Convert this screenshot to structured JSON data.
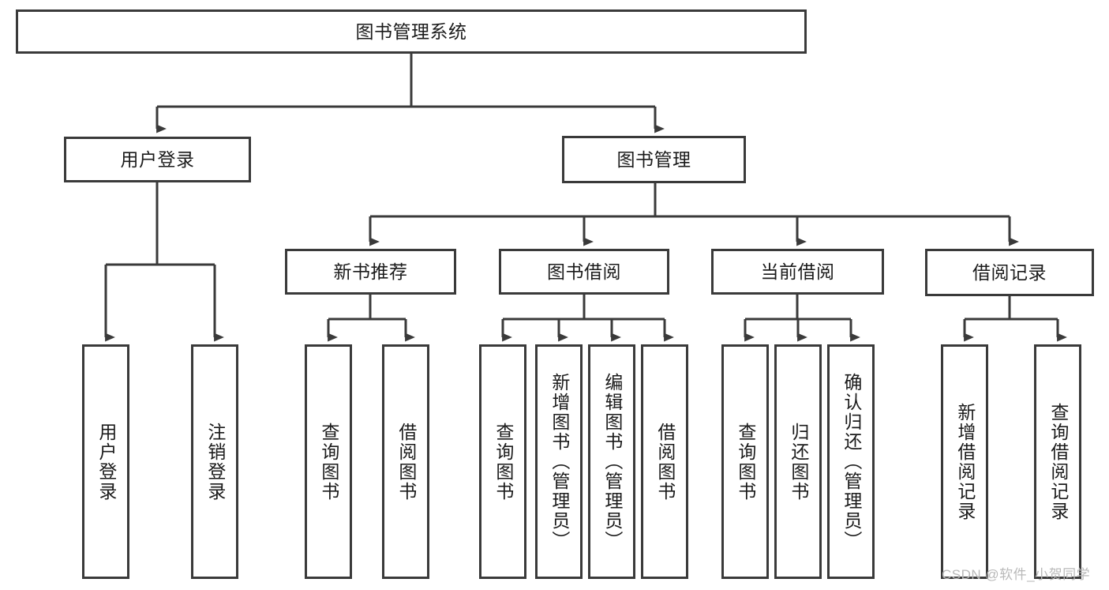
{
  "diagram": {
    "title": "图书管理系统",
    "type": "tree-hierarchy",
    "stroke_color": "#3a3a3a",
    "background_color": "#ffffff",
    "text_color": "#1b1b1b",
    "root": {
      "label": "图书管理系统"
    },
    "level1": [
      {
        "label": "用户登录"
      },
      {
        "label": "图书管理"
      }
    ],
    "level2": [
      {
        "label": "新书推荐"
      },
      {
        "label": "图书借阅"
      },
      {
        "label": "当前借阅"
      },
      {
        "label": "借阅记录"
      }
    ],
    "leaves": {
      "user_login": [
        {
          "label": "用户登录"
        },
        {
          "label": "注销登录"
        }
      ],
      "new_book_recommend": [
        {
          "label": "查询图书"
        },
        {
          "label": "借阅图书"
        }
      ],
      "book_borrow": [
        {
          "label": "查询图书"
        },
        {
          "label": "新增图书（管理员）"
        },
        {
          "label": "编辑图书（管理员）"
        },
        {
          "label": "借阅图书"
        }
      ],
      "current_borrow": [
        {
          "label": "查询图书"
        },
        {
          "label": "归还图书"
        },
        {
          "label": "确认归还（管理员）"
        }
      ],
      "borrow_record": [
        {
          "label": "新增借阅记录"
        },
        {
          "label": "查询借阅记录"
        }
      ]
    }
  },
  "watermark": {
    "text": "CSDN @软件_小贺同学"
  }
}
